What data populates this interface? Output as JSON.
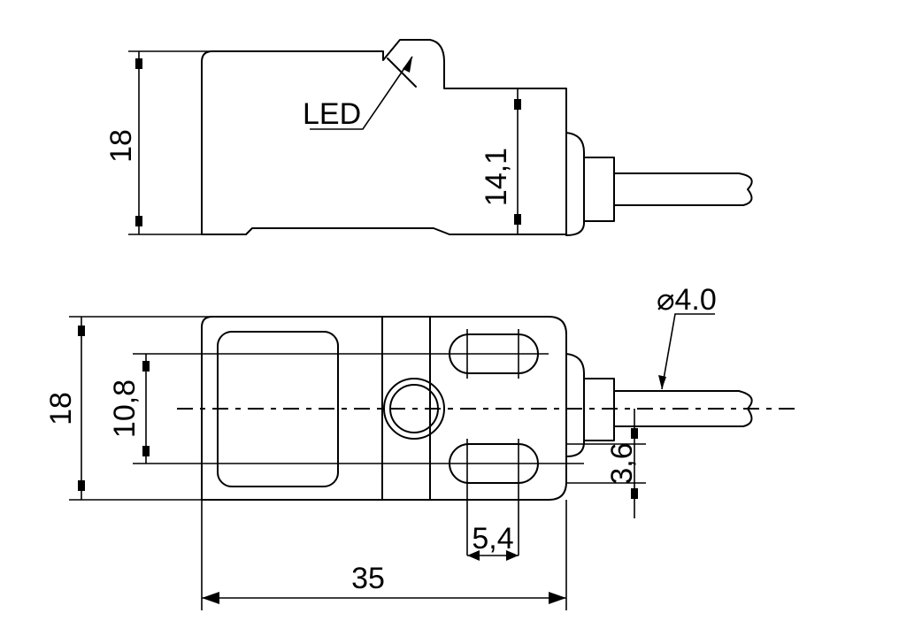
{
  "labels": {
    "led": "LED",
    "top_height": "18",
    "top_inner_height": "14,1",
    "front_height": "18",
    "hole_spacing": "10,8",
    "cable_dia": "⌀4.0",
    "slot_height": "3,6",
    "slot_width": "5,4",
    "total_length": "35"
  },
  "colors": {
    "line": "#000000",
    "background": "#ffffff"
  }
}
